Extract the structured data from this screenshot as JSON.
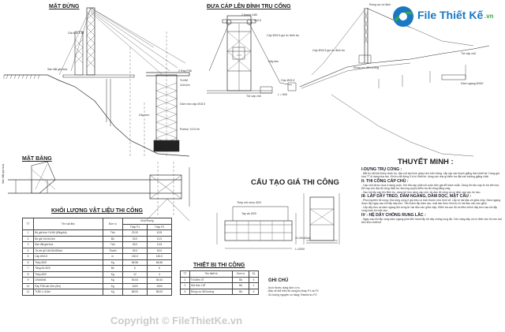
{
  "titles": {
    "mat_dung": "MẶT ĐỨNG",
    "dua_cap": "ĐƯA CÁP LÊN ĐỈNH TRỤ CỔNG",
    "mat_bang": "MẶT BẰNG",
    "cau_tao": "CẤU TẠO GIÁ THI CÔNG",
    "khoi_luong": "KHỐI LƯỢNG VẬT LIỆU THI CÔNG",
    "thiet_bi": "THIẾT BỊ THI CÔNG",
    "thuyet_minh": "THUYẾT MINH :",
    "ghi_chu": "GHI CHÚ"
  },
  "labels": {
    "md": [
      "Giá búa 1.8T",
      "Sàn đặt giá búa",
      "2 Ray P38",
      "YU4M",
      "2x2x2m",
      "Dầm neo cáp Ø15.5",
      "Dây neo",
      "Ponton 7x7x7m"
    ],
    "dc": [
      "2 thanh I180",
      "2x0.5",
      "Cáp Ø15.5 gui ốc định trụ",
      "Dây kéo",
      "Cáp Ø15.5",
      "Tời cáp chủ",
      "L = 600"
    ],
    "right": [
      "Ròng rọc cố định",
      "Cáp Ø15.5 gui ốc định trụ",
      "Ròng rọc đổi hướng",
      "Tời cáp chủ",
      "Dầm ngang Ø150"
    ],
    "cau": [
      "Thép mũ nhọn Ø20",
      "Tay vịn Ø20",
      "2L100x63x6",
      "L=2000"
    ],
    "mb": [
      "Sàn đặt giá búa"
    ]
  },
  "material_table": {
    "headers": [
      "TT",
      "Tên vật liệu",
      "Đơn vị",
      "Khối lượng",
      "Thép P1",
      "Thép P2"
    ],
    "rows": [
      [
        "1",
        "Bộ giá búa YU4M (60kg/bộ)",
        "Tấn",
        "23.20",
        "8.25"
      ],
      [
        "2",
        "Bộ giá Ya14x14m",
        "Bộ",
        "33.0",
        "12.0"
      ],
      [
        "3",
        "Sàn đặt giá búa",
        "Tấn",
        "28.0",
        "13.8"
      ],
      [
        "4",
        "Tà vẹt gỗ 16x18x180cm",
        "Thanh",
        "30.0",
        "30.0"
      ],
      [
        "5",
        "Cáp Ø15.5",
        "m",
        "150.0",
        "150.0"
      ],
      [
        "6",
        "Thép Ø25",
        "Kg",
        "66.56",
        "66.56"
      ],
      [
        "7",
        "Tăng đơ Ø20",
        "Bộ",
        "6",
        "6"
      ],
      [
        "8",
        "Thép Ø20",
        "Kg",
        "12",
        "4"
      ],
      [
        "9",
        "L90x63x6",
        "Kg",
        "54.64",
        "54.64"
      ],
      [
        "10",
        "Ray P38 dài 40m (5m)",
        "Kg",
        "1520",
        "1900"
      ],
      [
        "11",
        "Ti Ø0 L=6.5m",
        "Kg",
        "88.00",
        "88.00"
      ]
    ]
  },
  "equipment_table": {
    "headers": [
      "TT",
      "Tên thiết bị",
      "Đơn vị",
      "SL"
    ],
    "rows": [
      [
        "1",
        "Tời điện 3T",
        "Bộ",
        "4"
      ],
      [
        "2",
        "Giá búa 1.8T",
        "Bộ",
        "1"
      ],
      [
        "3",
        "Ròng rọc đổi hướng",
        "Bộ",
        "4"
      ]
    ]
  },
  "ghi_chu_items": [
    "- Kích thước dùng đơn vị m.",
    "- Bảo vệ thể hiện thi công trụ tháp P1 và P2",
    "- Số lượng nguyên cụ hàng: Ravels trụ P2"
  ],
  "explanation": {
    "s1": "I-DỰNG TRỤ CỔNG :",
    "t1": "- Bắt trụ kết kết khớp chân trụ, đầu cột tạo hình ghép như trên bảng. Lắp ráp các thanh giằng theo thiết kế. Dùng giá búa 7T di dạng búa tán. Khi trụ đã đứng ổ vị trí thiết kế, dùng các nhẹ gi kiểm tra đặt các bulông giằng chặt.",
    "s2": "II- THI CÔNG CÁP CHỦ :",
    "t2": "- Cáp chủ được mua ở dạng cuộn. Khi thả cáp phải nối cuộn trên giá để tránh xoắn. Dùng tời kéo cáp từ bờ bên kia. Để cáp chủ đạt độ võng thiết kế, thường xuyên kiểm tra độ võng bằng máy.",
    "t2b": "- Sau khi lắp cáp lên đỉnh trụ, dùng tời kéo căng cáp chủ, đo đạc độ võng và cố định cáp vào hố neo.",
    "s3": "III- LẮP DÂY TREO, DẦM NGANG, DẦM DỌC, MẶT CẦU :",
    "t3": "- Phương tiện thi công: Giá công cộng 2 giá treo có kích thước như hình vẽ. Lắp từ hai đầu về giữa nhịp. Dầm ngang được lắp ngay sau khi lắp dây treo. Tiến hành lắp dầm dọc, mặt cầu theo trình tự từ hai đầu cầu vào giữa.",
    "t3b": "- Lắp dây treo và dầm ngang đối xứng từ hai đầu vào giữa nhịp. Kiểm tra cao độ và điều chỉnh dây treo sau khi lắp xong toàn bộ mặt cầu.",
    "s4": "IV - HỆ DÂY CHỐNG RUNG LẮC :",
    "t4": "- Ngay sau khi lắp xong dầm ngang phải tiến hành lắp hệ dây chống rung lắc. Kéo căng dây và cố định vào hố neo hai bên theo thiết kế."
  },
  "logo": {
    "brand": "File Thiết Kế",
    "domain": ".vn",
    "watermark": "Copyright © FileThietKe.vn"
  },
  "colors": {
    "logo_blue": "#1a78c2",
    "logo_green": "#3aa843",
    "line": "#333333"
  }
}
